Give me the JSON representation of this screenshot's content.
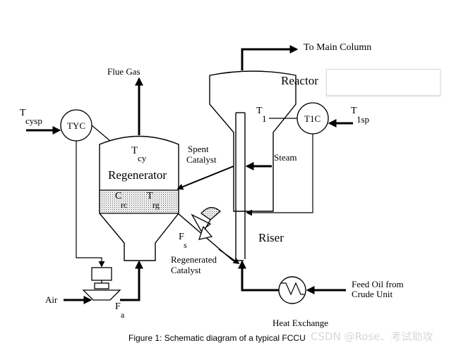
{
  "labels": {
    "to_main_column": "To Main Column",
    "flue_gas": "Flue Gas",
    "reactor": "Reactor",
    "t_cysp_main": "T",
    "t_cysp_sub": "cysp",
    "tyc": "TYC",
    "t1_main": "T",
    "t1_sub": "1",
    "tic": "T1C",
    "t1sp_main": "T",
    "t1sp_sub": "1sp",
    "tcy_main": "T",
    "tcy_sub": "cy",
    "spent_catalyst_1": "Spent",
    "spent_catalyst_2": "Catalyst",
    "steam": "Steam",
    "regenerator": "Regenerator",
    "crc_main": "C",
    "crc_sub": "rc",
    "trg_main": "T",
    "trg_sub": "rg",
    "fs_main": "F",
    "fs_sub": "s",
    "riser": "Riser",
    "regenerated_catalyst_1": "Regenerated",
    "regenerated_catalyst_2": "Catalyst",
    "feed_oil_1": "Feed Oil from",
    "feed_oil_2": "Crude Unit",
    "air": "Air",
    "fa_main": "F",
    "fa_sub": "a",
    "heat_exchange": "Heat Exchange"
  },
  "caption": {
    "bold": "Figure 1:",
    "text": " Schematic diagram of a typical FCCU"
  },
  "watermark": "CSDN @Rose、考试助攻"
}
